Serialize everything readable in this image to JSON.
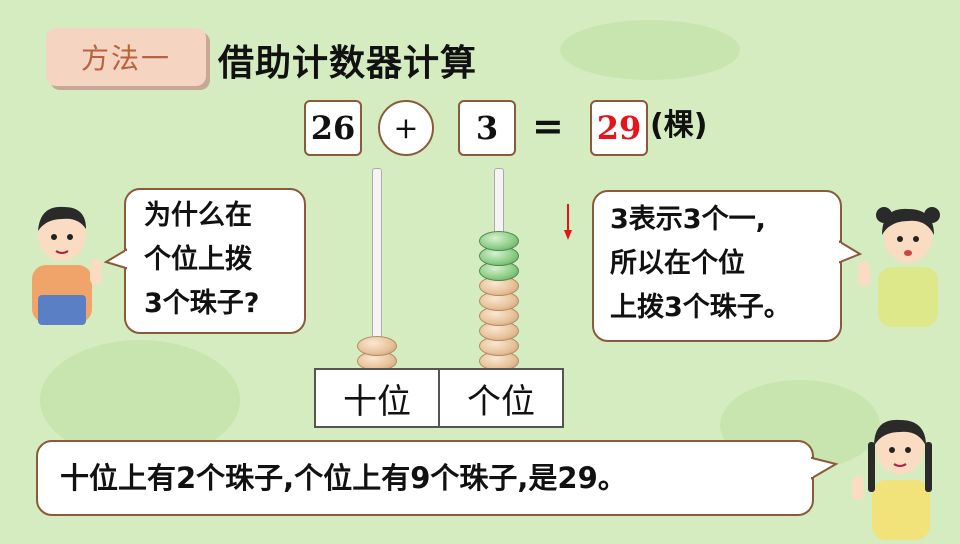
{
  "header": {
    "method_tag": "方法一",
    "title": "借助计数器计算"
  },
  "equation": {
    "operand_a": "26",
    "operator": "+",
    "operand_b": "3",
    "equals": "=",
    "result": "29",
    "unit": "(棵)",
    "result_color": "#e8141b"
  },
  "abacus": {
    "tens_label": "十位",
    "ones_label": "个位",
    "tens_beads": 2,
    "ones_beads_existing": 6,
    "ones_beads_added": 3,
    "arrow_color": "#e8141b"
  },
  "boy_bubble": {
    "lines": [
      "为什么在",
      "个位上拨",
      "3个珠子?"
    ]
  },
  "girl_bubble": {
    "lines": [
      "3表示3个一,",
      "所以在个位",
      "上拨3个珠子。"
    ]
  },
  "bottom_bubble": {
    "text": "十位上有2个珠子,个位上有9个珠子,是29。"
  }
}
